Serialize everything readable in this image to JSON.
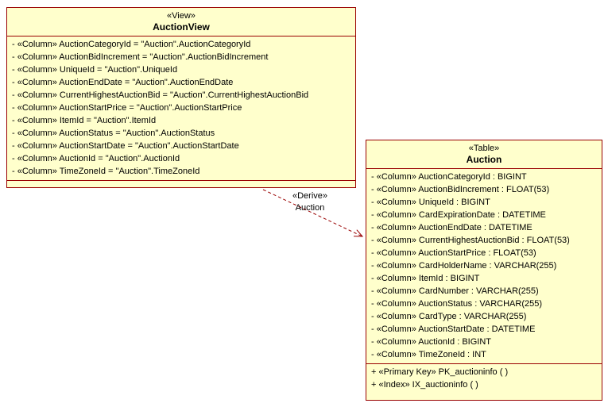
{
  "colors": {
    "box_fill": "#ffffcc",
    "box_border": "#990000",
    "connector": "#990000",
    "background": "#ffffff"
  },
  "view_class": {
    "stereotype": "«View»",
    "name": "AuctionView",
    "columns": [
      "- «Column» AuctionCategoryId = \"Auction\".AuctionCategoryId",
      "- «Column» AuctionBidIncrement = \"Auction\".AuctionBidIncrement",
      "- «Column» UniqueId = \"Auction\".UniqueId",
      "- «Column» AuctionEndDate = \"Auction\".AuctionEndDate",
      "- «Column» CurrentHighestAuctionBid = \"Auction\".CurrentHighestAuctionBid",
      "- «Column» AuctionStartPrice = \"Auction\".AuctionStartPrice",
      "- «Column» ItemId = \"Auction\".ItemId",
      "- «Column» AuctionStatus = \"Auction\".AuctionStatus",
      "- «Column» AuctionStartDate = \"Auction\".AuctionStartDate",
      "- «Column» AuctionId = \"Auction\".AuctionId",
      "- «Column» TimeZoneId = \"Auction\".TimeZoneId"
    ]
  },
  "table_class": {
    "stereotype": "«Table»",
    "name": "Auction",
    "columns": [
      "- «Column» AuctionCategoryId : BIGINT",
      "- «Column» AuctionBidIncrement : FLOAT(53)",
      "- «Column» UniqueId : BIGINT",
      "- «Column» CardExpirationDate : DATETIME",
      "- «Column» AuctionEndDate : DATETIME",
      "- «Column» CurrentHighestAuctionBid : FLOAT(53)",
      "- «Column» AuctionStartPrice : FLOAT(53)",
      "- «Column» CardHolderName : VARCHAR(255)",
      "- «Column» ItemId : BIGINT",
      "- «Column» CardNumber : VARCHAR(255)",
      "- «Column» AuctionStatus : VARCHAR(255)",
      "- «Column» CardType : VARCHAR(255)",
      "- «Column» AuctionStartDate : DATETIME",
      "- «Column» AuctionId : BIGINT",
      "- «Column» TimeZoneId : INT"
    ],
    "keys": [
      "+ «Primary Key» PK_auctioninfo ( )",
      "+ «Index» IX_auctioninfo ( )"
    ]
  },
  "relation": {
    "stereotype": "«Derive»",
    "label": "Auction"
  }
}
